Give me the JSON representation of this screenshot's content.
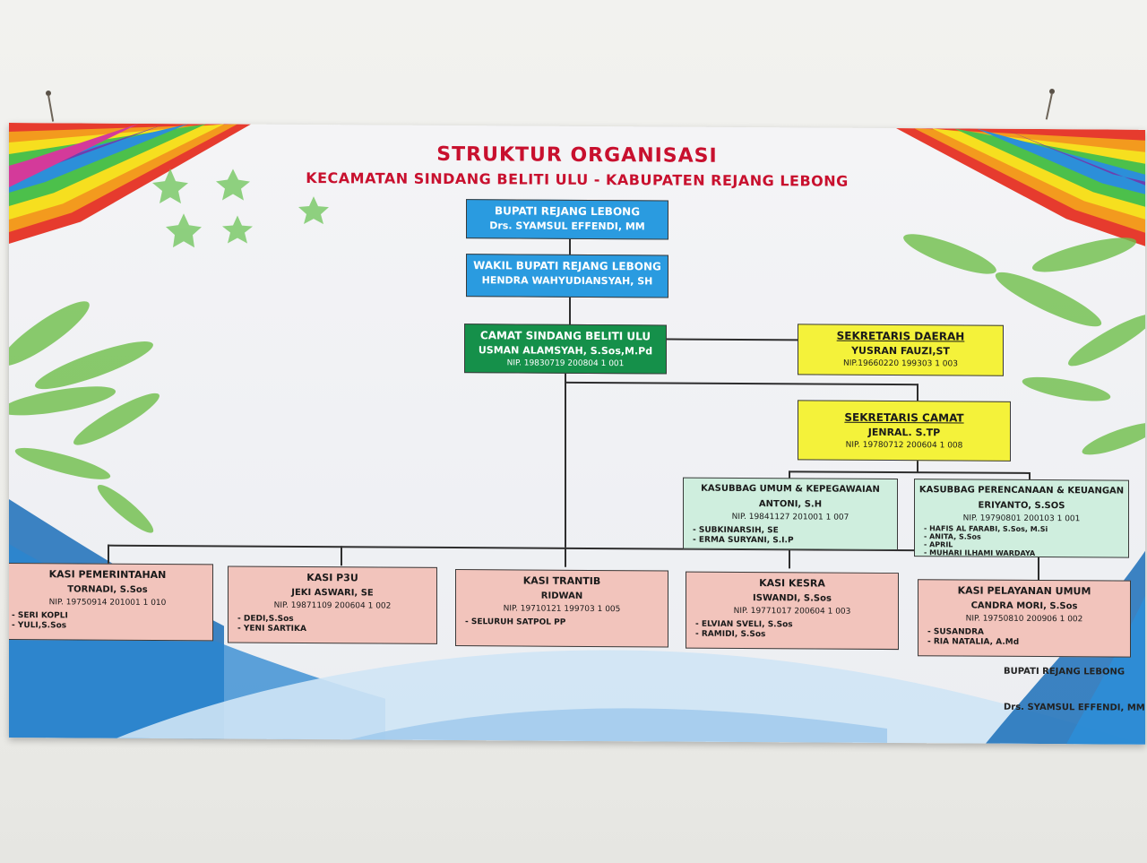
{
  "title": "STRUKTUR ORGANISASI",
  "subtitle": "KECAMATAN SINDANG BELITI ULU - KABUPATEN REJANG LEBONG",
  "colors": {
    "title_red": "#c8102e",
    "blue_box": "#2a9be0",
    "green_box": "#15904a",
    "yellow_box": "#f4f23a",
    "mint_box": "#cfeede",
    "pink_box": "#f2c4bc"
  },
  "bupati": {
    "title": "BUPATI REJANG LEBONG",
    "name": "Drs. SYAMSUL EFFENDI, MM"
  },
  "wakil": {
    "title": "WAKIL BUPATI REJANG LEBONG",
    "name": "HENDRA WAHYUDIANSYAH, SH"
  },
  "camat": {
    "title": "CAMAT SINDANG BELITI ULU",
    "name": "USMAN ALAMSYAH, S.Sos,M.Pd",
    "nip": "NIP. 19830719 200804 1 001"
  },
  "sekda": {
    "title": "SEKRETARIS DAERAH",
    "name": "YUSRAN FAUZI,ST",
    "nip": "NIP.19660220 199303 1 003"
  },
  "sekcam": {
    "title": "SEKRETARIS CAMAT",
    "name": "JENRAL. S.TP",
    "nip": "NIP. 19780712 200604 1 008"
  },
  "kasubbag_umum": {
    "title": "KASUBBAG UMUM & KEPEGAWAIAN",
    "name": "ANTONI, S.H",
    "nip": "NIP. 19841127 201001 1 007",
    "staff": [
      "- SUBKINARSIH, SE",
      "- ERMA SURYANI, S.I.P"
    ]
  },
  "kasubbag_perencanaan": {
    "title": "KASUBBAG PERENCANAAN & KEUANGAN",
    "name": "ERIYANTO, S.SOS",
    "nip": "NIP. 19790801 200103 1 001",
    "staff": [
      "- HAFIS AL FARABI, S.Sos, M.Si",
      "- ANITA, S.Sos",
      "- APRIL",
      "- MUHARI ILHAMI WARDAYA"
    ]
  },
  "kasi": [
    {
      "title": "KASI PEMERINTAHAN",
      "name": "TORNADI, S.Sos",
      "nip": "NIP. 19750914 201001 1 010",
      "staff": [
        "- SERI KOPLI",
        "- YULI,S.Sos"
      ]
    },
    {
      "title": "KASI P3U",
      "name": "JEKI ASWARI, SE",
      "nip": "NIP. 19871109 200604 1 002",
      "staff": [
        "- DEDI,S.Sos",
        "- YENI SARTIKA"
      ]
    },
    {
      "title": "KASI TRANTIB",
      "name": "RIDWAN",
      "nip": "NIP. 19710121 199703 1 005",
      "staff": [
        "- SELURUH SATPOL PP"
      ]
    },
    {
      "title": "KASI KESRA",
      "name": "ISWANDI, S.Sos",
      "nip": "NIP. 19771017 200604 1 003",
      "staff": [
        "- ELVIAN SVELI, S.Sos",
        "- RAMIDI, S.Sos"
      ]
    },
    {
      "title": "KASI PELAYANAN UMUM",
      "name": "CANDRA MORI, S.Sos",
      "nip": "NIP. 19750810 200906 1 002",
      "staff": [
        "- SUSANDRA",
        "- RIA NATALIA, A.Md"
      ]
    }
  ],
  "signature": {
    "office": "BUPATI REJANG LEBONG",
    "name": "Drs. SYAMSUL EFFENDI, MM"
  }
}
